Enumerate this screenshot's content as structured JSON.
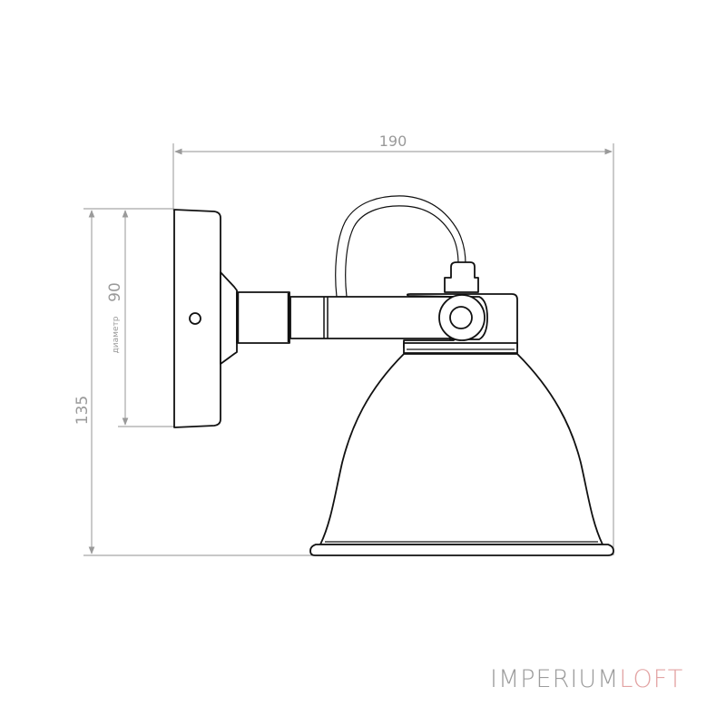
{
  "diagram": {
    "subject": "wall sconce lamp technical drawing",
    "dimensions": {
      "width": {
        "value": "190",
        "orientation": "horizontal"
      },
      "height": {
        "value": "135",
        "orientation": "vertical"
      },
      "backplate_diameter": {
        "value": "90",
        "label": "диаметр",
        "orientation": "vertical"
      }
    },
    "parts": [
      "backplate",
      "mounting-screw-hole",
      "arm-connector",
      "arm",
      "pivot-knob",
      "cable",
      "cable-gland",
      "shade-collar",
      "shade"
    ]
  },
  "colors": {
    "outline": "#111111",
    "dimension": "#9a9a9a",
    "brand_primary": "#9c9c9c",
    "brand_accent": "#e3a4a4"
  },
  "brand": {
    "part1": "IMPERIUM",
    "part2": "LOFT"
  }
}
